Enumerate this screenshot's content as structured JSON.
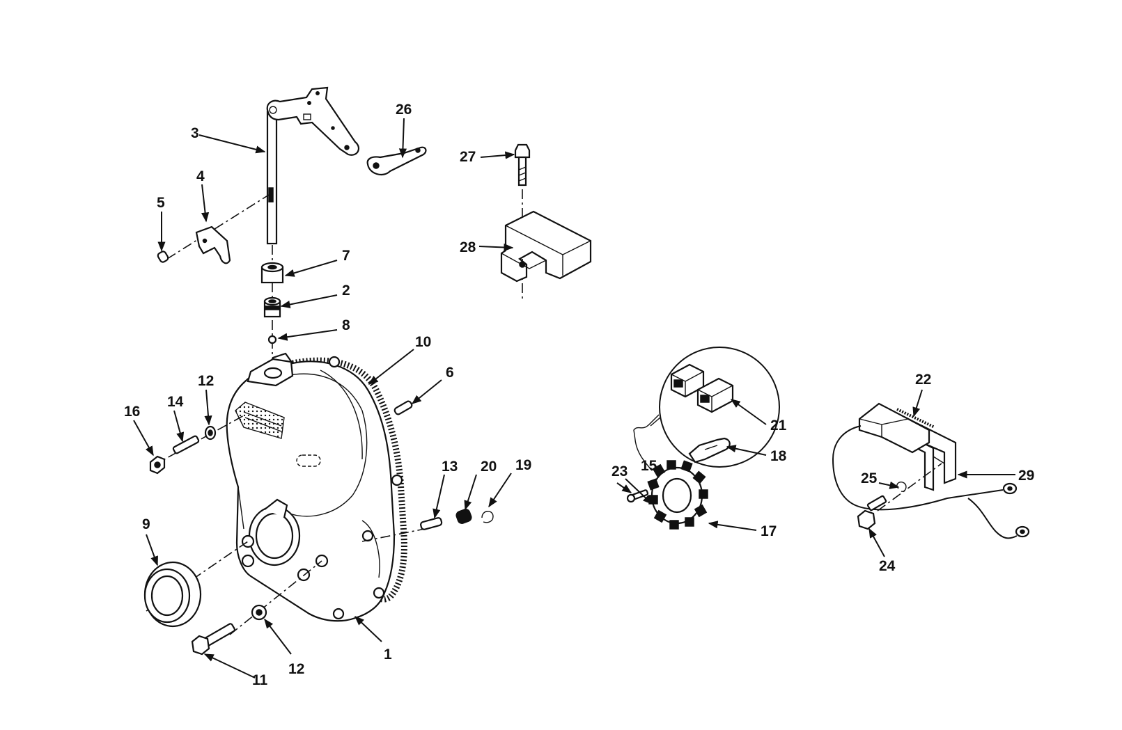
{
  "callouts": {
    "c1": "1",
    "c2": "2",
    "c3": "3",
    "c4": "4",
    "c5": "5",
    "c6": "6",
    "c7": "7",
    "c8": "8",
    "c9": "9",
    "c10": "10",
    "c11": "11",
    "c12a": "12",
    "c12b": "12",
    "c13": "13",
    "c14": "14",
    "c15": "15",
    "c16": "16",
    "c17": "17",
    "c18": "18",
    "c19": "19",
    "c20": "20",
    "c21": "21",
    "c22": "22",
    "c23": "23",
    "c24": "24",
    "c25": "25",
    "c26": "26",
    "c27": "27",
    "c28": "28",
    "c29": "29"
  }
}
